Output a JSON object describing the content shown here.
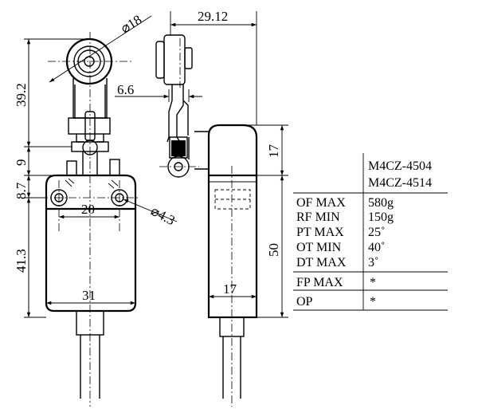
{
  "dimensions": {
    "roller_dia": "⌀18",
    "lever_length": "29.12",
    "lever_height": "39.2",
    "lever_offset": "6.6",
    "head_height": "9",
    "top_height_right": "17",
    "mount_offset": "8.7",
    "hole_spacing": "20",
    "hole_dia": "⌀4.3",
    "body_height": "41.3",
    "body_height_right": "50",
    "body_width": "31",
    "body_depth": "17"
  },
  "spec_table": {
    "models": [
      "M4CZ-4504",
      "M4CZ-4514"
    ],
    "rows": [
      {
        "label": "OF MAX",
        "value": "580g"
      },
      {
        "label": "RF MIN",
        "value": "150g"
      },
      {
        "label": "PT MAX",
        "value": "25˚"
      },
      {
        "label": "OT MIN",
        "value": "40˚"
      },
      {
        "label": "DT MAX",
        "value": "3˚"
      }
    ],
    "fp_label": "FP MAX",
    "fp_value": "*",
    "op_label": "OP",
    "op_value": "*"
  }
}
